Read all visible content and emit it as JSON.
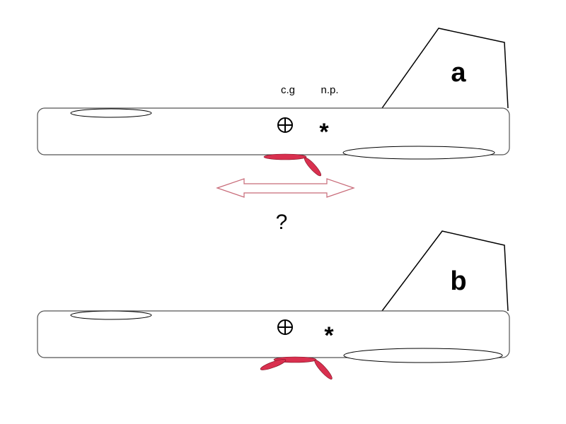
{
  "panels": [
    {
      "label": "a",
      "cg_label": "c.g",
      "np_label": "n.p.",
      "np_symbol": "*"
    },
    {
      "label": "b",
      "np_symbol": "*"
    }
  ],
  "question": "?",
  "colors": {
    "flap": "#d9304f",
    "arrow": "#c86a78",
    "outline": "#000000"
  }
}
